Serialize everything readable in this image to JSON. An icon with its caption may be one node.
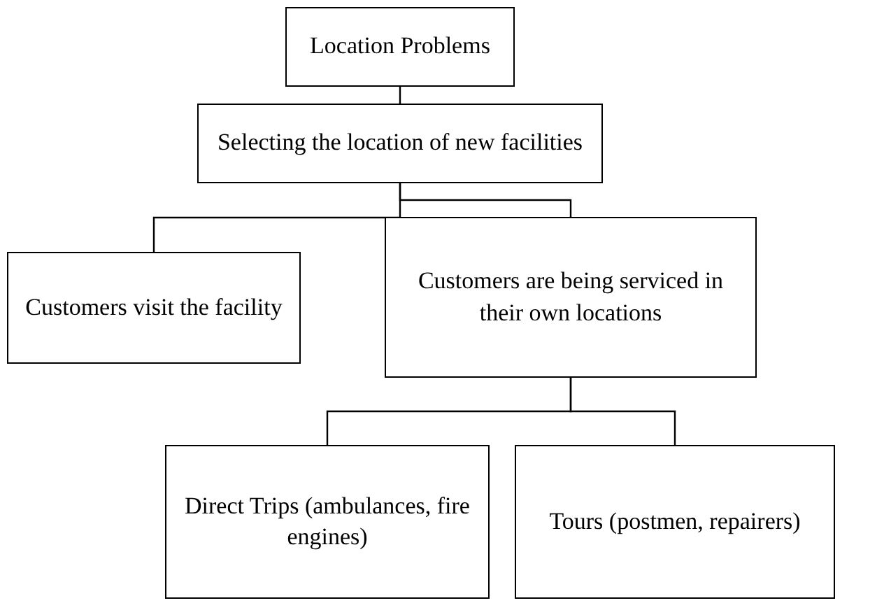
{
  "diagram": {
    "nodes": [
      {
        "text": [
          "Location Problems"
        ]
      },
      {
        "text": [
          "Selecting the location of new facilities"
        ]
      },
      {
        "text": [
          "Customers visit the facility"
        ]
      },
      {
        "text": [
          "Customers are being serviced in their own locations"
        ]
      },
      {
        "text": [
          "Direct Trips (ambulances, fire engines)"
        ]
      },
      {
        "text": [
          "Tours (postmen, repairers)"
        ]
      }
    ],
    "edges": [
      {
        "from": 0,
        "to": 1,
        "arrow": "none"
      },
      {
        "from": 1,
        "to": 2,
        "arrow": "none"
      },
      {
        "from": 1,
        "to": 3,
        "arrow": "none"
      },
      {
        "from": 3,
        "to": 4,
        "arrow": "none"
      },
      {
        "from": 3,
        "to": 5,
        "arrow": "none"
      }
    ]
  }
}
